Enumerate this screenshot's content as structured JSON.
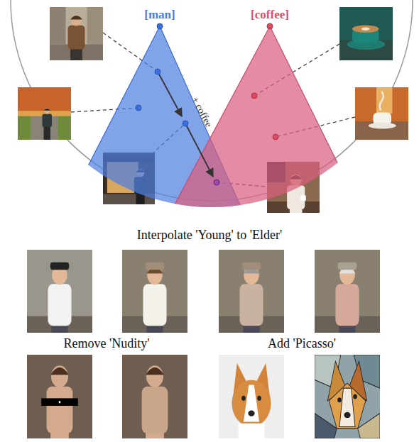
{
  "diagram": {
    "nodes": [
      {
        "text": [
          "[man]"
        ]
      },
      {
        "text": [
          "[coffee]"
        ]
      }
    ],
    "labels": [
      "+ coffee",
      "Interpolate 'Young' to 'Elder'",
      "Remove 'Nudity'",
      "Add 'Picasso'"
    ]
  }
}
